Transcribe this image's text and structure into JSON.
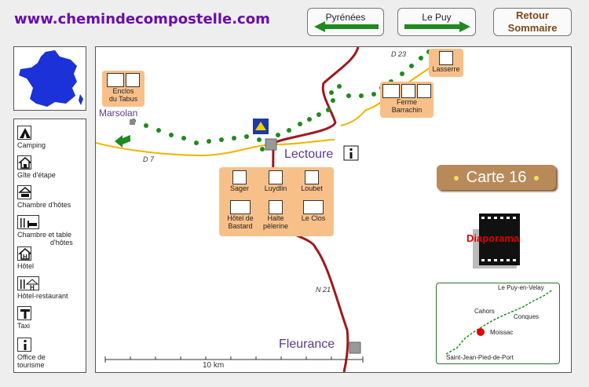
{
  "header": {
    "site_title": "www.chemindecompostelle.com",
    "nav_prev_label": "Pyrénées",
    "nav_next_label": "Le Puy",
    "return_label_1": "Retour",
    "return_label_2": "Sommaire"
  },
  "legend": {
    "camping": "Camping",
    "gite_1": "Gîte d'étape",
    "chambre_1": "Chambre d'hôtes",
    "table_1": "Chambre et table",
    "table_2": "d'hôtes",
    "hotel": "Hôtel",
    "hotel_resto": "Hôtel-restaurant",
    "taxi": "Taxi",
    "office_1": "Office de",
    "office_2": "tourisme"
  },
  "map": {
    "towns": {
      "marsolan": "Marsolan",
      "lectoure": "Lectoure",
      "fleurance": "Fleurance"
    },
    "roads": {
      "d23": "D 23",
      "d7": "D 7",
      "n21": "N 21"
    },
    "lodgings": {
      "enclos_1": "Enclos",
      "enclos_2": "du Tabus",
      "lasserre": "Lasserre",
      "ferme_1": "Ferme",
      "ferme_2": "Barrachin",
      "sager": "Sager",
      "luydlin": "Luydlin",
      "loubet": "Loubet",
      "bastard_1": "Hôtel de",
      "bastard_2": "Bastard",
      "halte_1": "Halte",
      "halte_2": "pèlerine",
      "leclos": "Le Clos"
    },
    "scale_label": "10 km",
    "colors": {
      "route_green": "#1f8a1f",
      "road_red": "#a0181c",
      "road_yellow": "#f0b400",
      "lodge": "#f8c089"
    }
  },
  "carte_label": "Carte 16",
  "diaporama_label": "Diaporama",
  "mini_map": {
    "le_puy": "Le Puy-en-Velay",
    "cahors": "Cahors",
    "conques": "Conques",
    "moissac": "Moissac",
    "sjpp": "Saint-Jean-Pied-de-Port"
  }
}
